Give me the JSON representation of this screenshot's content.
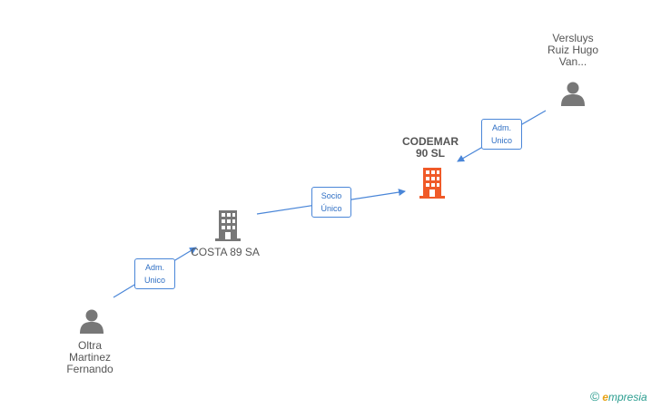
{
  "nodes": {
    "codemar": {
      "label": "CODEMAR\n90 SL",
      "type": "company",
      "highlight": true,
      "color": "#f05a28"
    },
    "costa": {
      "label": "COSTA 89 SA",
      "type": "company",
      "color": "#777777"
    },
    "versluys": {
      "label": "Versluys\nRuiz Hugo\nVan...",
      "type": "person",
      "color": "#777777"
    },
    "oltra": {
      "label": "Oltra\nMartinez\nFernando",
      "type": "person",
      "color": "#777777"
    }
  },
  "edges": [
    {
      "id": "e1",
      "from": "versluys",
      "to": "codemar",
      "label": "Adm.\nUnico"
    },
    {
      "id": "e2",
      "from": "costa",
      "to": "codemar",
      "label": "Socio\nÚnico"
    },
    {
      "id": "e3",
      "from": "oltra",
      "to": "costa",
      "label": "Adm.\nUnico"
    }
  ],
  "edge_color": "#4a86d8",
  "brand": {
    "copyright_symbol": "©",
    "first_letter": "e",
    "rest": "mpresia"
  }
}
